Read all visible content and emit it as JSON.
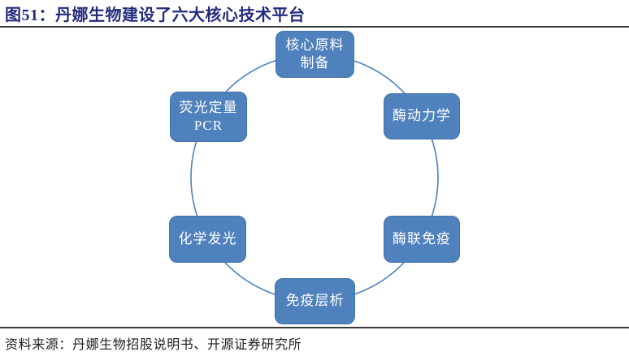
{
  "title": "图51：丹娜生物建设了六大核心技术平台",
  "footer": {
    "source": "资料来源：丹娜生物招股说明书、开源证券研究所"
  },
  "colors": {
    "title_text": "#232C7C",
    "node_fill": "#4F81BD",
    "node_border": "#4373A9",
    "node_text": "#FFFFFF",
    "circle_stroke": "#4F81BD",
    "divider": "#3A3A3A"
  },
  "diagram": {
    "type": "cycle",
    "nodes": [
      {
        "id": "core-material-prep",
        "position": "top",
        "lines": [
          "核心原料",
          "制备"
        ]
      },
      {
        "id": "enzyme-kinetics",
        "position": "top-right",
        "lines": [
          "酶动力学"
        ]
      },
      {
        "id": "elisa",
        "position": "bottom-right",
        "lines": [
          "酶联免疫"
        ]
      },
      {
        "id": "immunochromatography",
        "position": "bottom",
        "lines": [
          "免疫层析"
        ]
      },
      {
        "id": "chemiluminescence",
        "position": "bottom-left",
        "lines": [
          "化学发光"
        ]
      },
      {
        "id": "qpcr",
        "position": "top-left",
        "lines": [
          "荧光定量",
          "PCR"
        ]
      }
    ]
  }
}
